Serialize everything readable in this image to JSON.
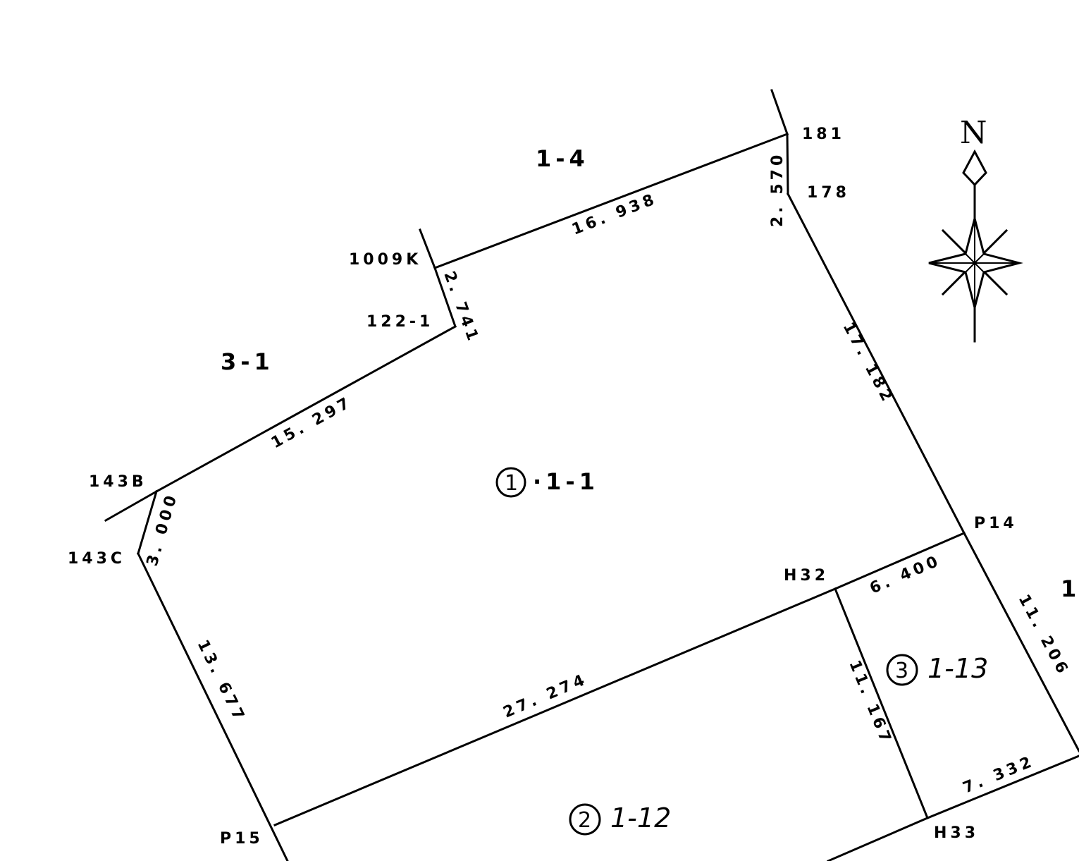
{
  "points": {
    "p181": "181",
    "p178": "178",
    "p1009k": "1009K",
    "p122_1": "122-1",
    "p143b": "143B",
    "p143c": "143C",
    "pp14": "P14",
    "ph32": "H32",
    "pp15": "P15",
    "ph33": "H33"
  },
  "distances": {
    "d_16938": "16. 938",
    "d_2570": "2. 570",
    "d_2741": "2. 741",
    "d_15297": "15. 297",
    "d_3000": "3. 000",
    "d_13677": "13. 677",
    "d_27274": "27. 274",
    "d_6400": "6. 400",
    "d_11167": "11. 167",
    "d_11206": "11. 206",
    "d_7332": "7. 332",
    "d_17182": "17. 182"
  },
  "parcels": {
    "north_neighbor": "1-4",
    "west_neighbor": "3-1",
    "east_partial": "1",
    "lot1_num": "1",
    "lot1_label": "·1-1",
    "lot2_num": "2",
    "lot2_label": "1-12",
    "lot3_num": "3",
    "lot3_label": "1-13"
  },
  "north_arrow": {
    "letter": "N",
    "icon": "compass-rose-icon"
  }
}
